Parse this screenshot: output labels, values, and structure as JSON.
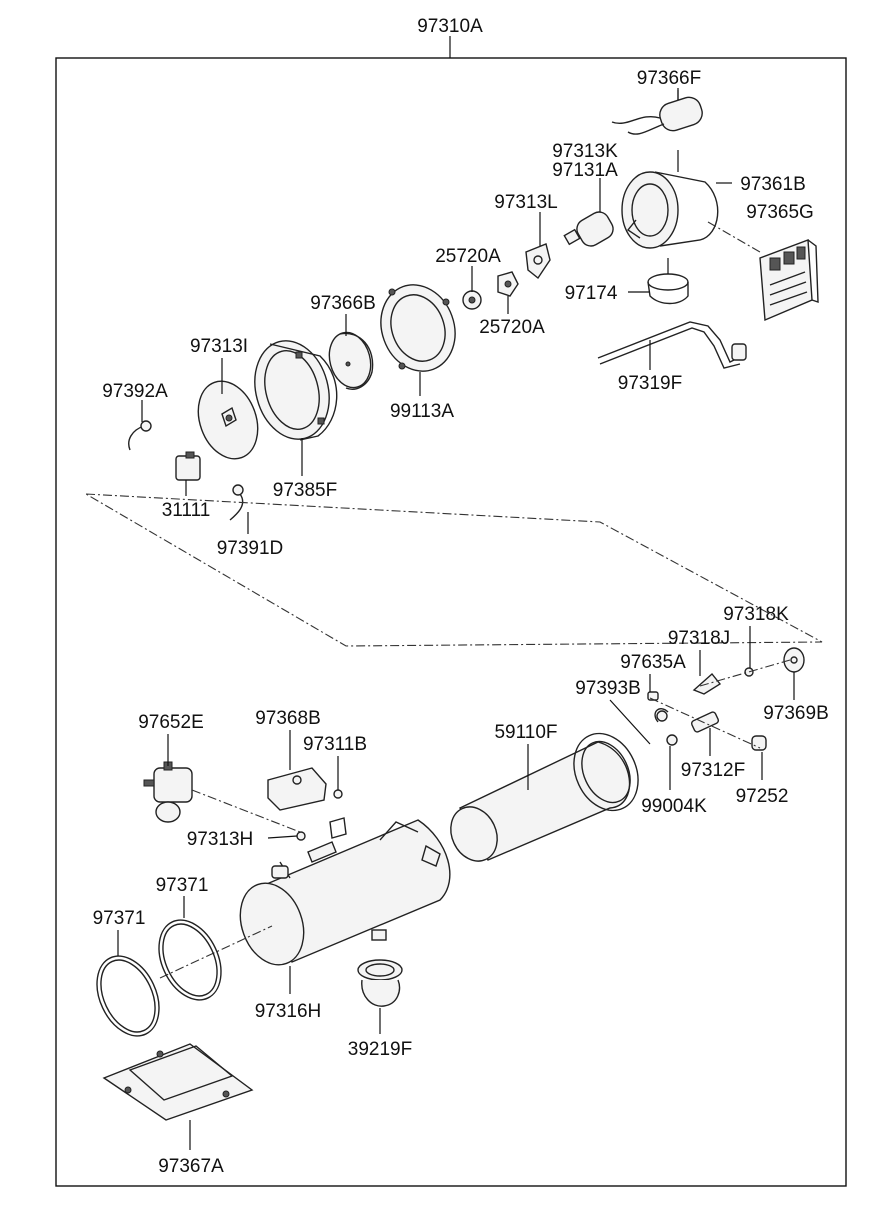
{
  "assembly_label": "97310A",
  "parts": [
    {
      "id": "p97366F",
      "label": "97366F"
    },
    {
      "id": "p97313K",
      "label": "97313K"
    },
    {
      "id": "p97131A",
      "label": "97131A"
    },
    {
      "id": "p97361B",
      "label": "97361B"
    },
    {
      "id": "p97365G",
      "label": "97365G"
    },
    {
      "id": "p97313L",
      "label": "97313L"
    },
    {
      "id": "p25720A_top",
      "label": "25720A"
    },
    {
      "id": "p25720A_bottom",
      "label": "25720A"
    },
    {
      "id": "p97174",
      "label": "97174"
    },
    {
      "id": "p97366B",
      "label": "97366B"
    },
    {
      "id": "p97313I",
      "label": "97313I"
    },
    {
      "id": "p97319F",
      "label": "97319F"
    },
    {
      "id": "p99113A",
      "label": "99113A"
    },
    {
      "id": "p97392A",
      "label": "97392A"
    },
    {
      "id": "p97385F",
      "label": "97385F"
    },
    {
      "id": "p31111",
      "label": "31111"
    },
    {
      "id": "p97391D",
      "label": "97391D"
    },
    {
      "id": "p97318K",
      "label": "97318K"
    },
    {
      "id": "p97318J",
      "label": "97318J"
    },
    {
      "id": "p97635A",
      "label": "97635A"
    },
    {
      "id": "p97393B",
      "label": "97393B"
    },
    {
      "id": "p97369B",
      "label": "97369B"
    },
    {
      "id": "p97652E",
      "label": "97652E"
    },
    {
      "id": "p97368B",
      "label": "97368B"
    },
    {
      "id": "p97311B",
      "label": "97311B"
    },
    {
      "id": "p59110F",
      "label": "59110F"
    },
    {
      "id": "p97312F",
      "label": "97312F"
    },
    {
      "id": "p97252",
      "label": "97252"
    },
    {
      "id": "p99004K",
      "label": "99004K"
    },
    {
      "id": "p97313H",
      "label": "97313H"
    },
    {
      "id": "p97371_a",
      "label": "97371"
    },
    {
      "id": "p97371_b",
      "label": "97371"
    },
    {
      "id": "p97316H",
      "label": "97316H"
    },
    {
      "id": "p39219F",
      "label": "39219F"
    },
    {
      "id": "p97367A",
      "label": "97367A"
    }
  ]
}
